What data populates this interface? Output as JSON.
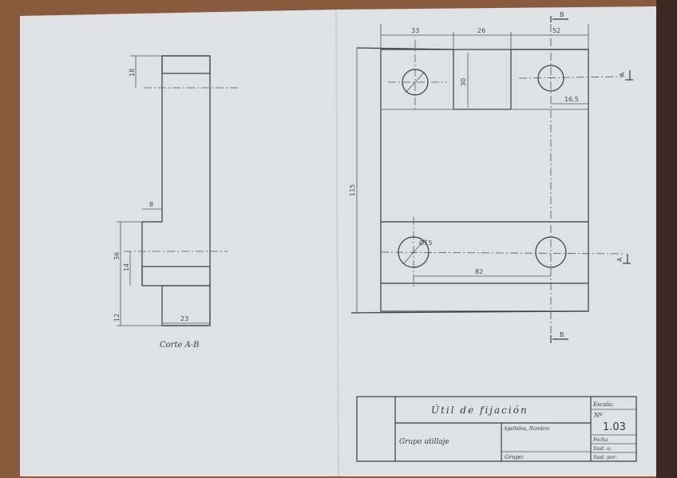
{
  "colors": {
    "paper": "#dfe1e4",
    "wood": "#8a5a3e",
    "pencil": "#3c3d42"
  },
  "section_view": {
    "caption": "Corte A-B",
    "dims": {
      "top_height": "18",
      "step_width": "8",
      "lower_height": "36",
      "hole_offset": "14",
      "bottom_height": "12",
      "width": "23"
    }
  },
  "front_view": {
    "dims": {
      "left": "33",
      "middle": "26",
      "right": "52",
      "notch_depth": "30",
      "hole_edge": "16.5",
      "total_height": "115",
      "hole_spacing": "82",
      "hole_dia": "Ø15"
    },
    "section_labels": {
      "a": "A",
      "b": "B"
    }
  },
  "title_block": {
    "title": "Útil de fijación",
    "group_name": "Grupo utillaje",
    "name_label": "Apellidos, Nombre:",
    "group_label": "Grupo:",
    "scale_label": "Escala:",
    "number_label": "Nº",
    "number": "1.03",
    "date_label": "Fecha",
    "replaces_label": "Sust. a:",
    "replaced_by_label": "Sust. por:"
  }
}
